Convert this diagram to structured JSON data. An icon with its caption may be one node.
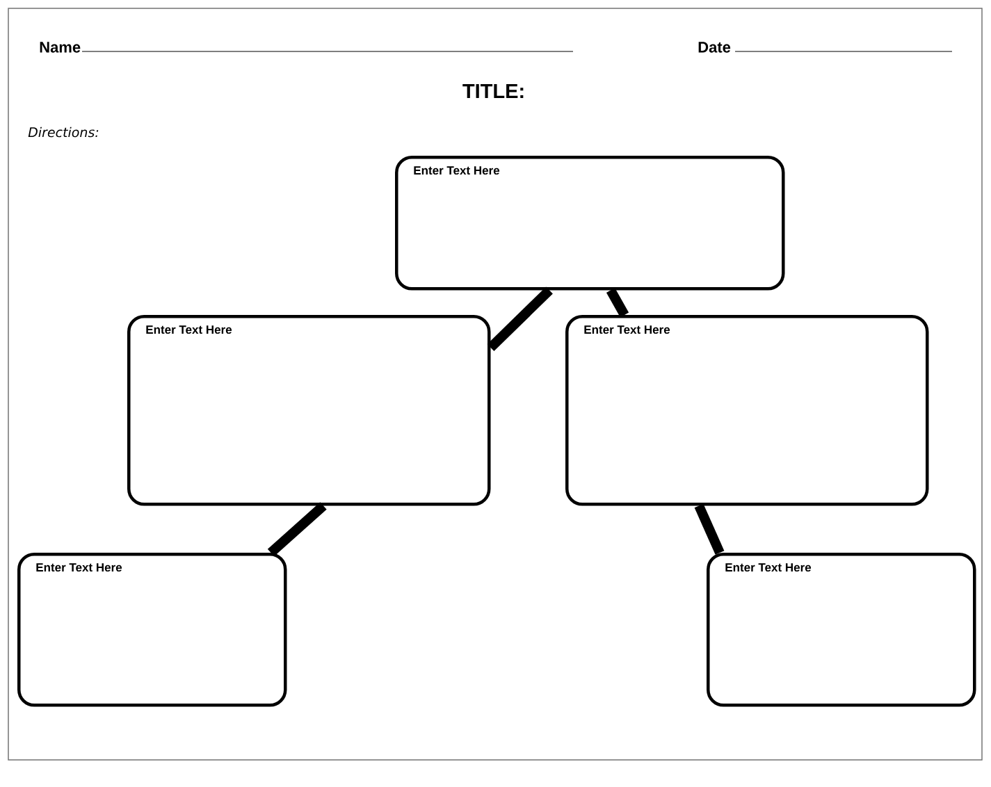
{
  "diagram": {
    "title": "TITLE:",
    "nodes": [
      {
        "text": [
          "Enter Text Here"
        ]
      },
      {
        "text": [
          "Enter Text Here"
        ]
      },
      {
        "text": [
          "Enter Text Here"
        ]
      },
      {
        "text": [
          "Enter Text Here"
        ]
      },
      {
        "text": [
          "Enter Text Here"
        ]
      }
    ],
    "edges": [
      {
        "from": 0,
        "to": 1,
        "arrow": "none"
      },
      {
        "from": 0,
        "to": 2,
        "arrow": "none"
      },
      {
        "from": 1,
        "to": 3,
        "arrow": "none"
      },
      {
        "from": 2,
        "to": 4,
        "arrow": "none"
      }
    ],
    "labels": [
      "Name",
      "Date",
      "Directions:"
    ]
  }
}
